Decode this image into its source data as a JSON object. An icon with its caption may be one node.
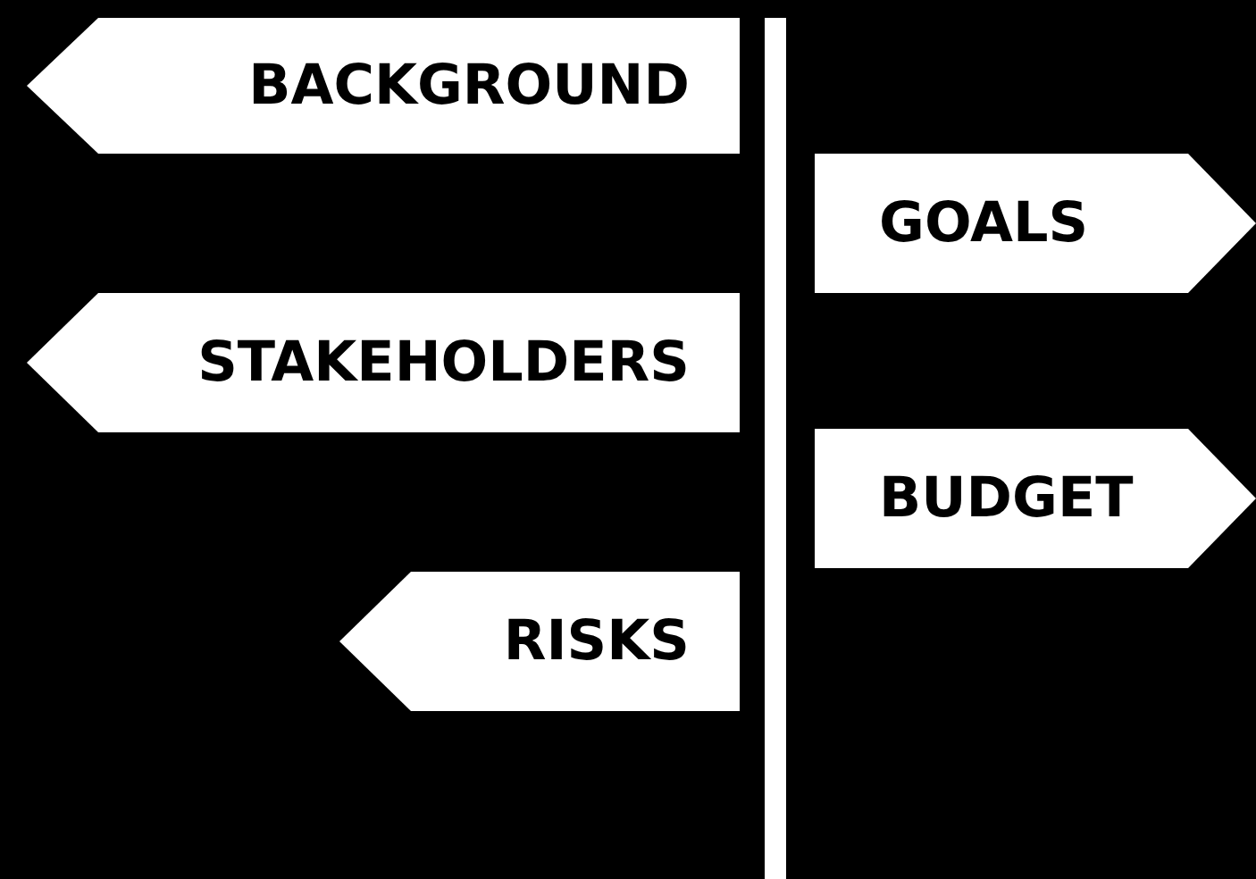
{
  "diagram": {
    "nodes": [
      {
        "text": [
          "BACKGROUND"
        ]
      },
      {
        "text": [
          "GOALS"
        ]
      },
      {
        "text": [
          "STAKEHOLDERS"
        ]
      },
      {
        "text": [
          "BUDGET"
        ]
      },
      {
        "text": [
          "RISKS"
        ]
      }
    ]
  }
}
